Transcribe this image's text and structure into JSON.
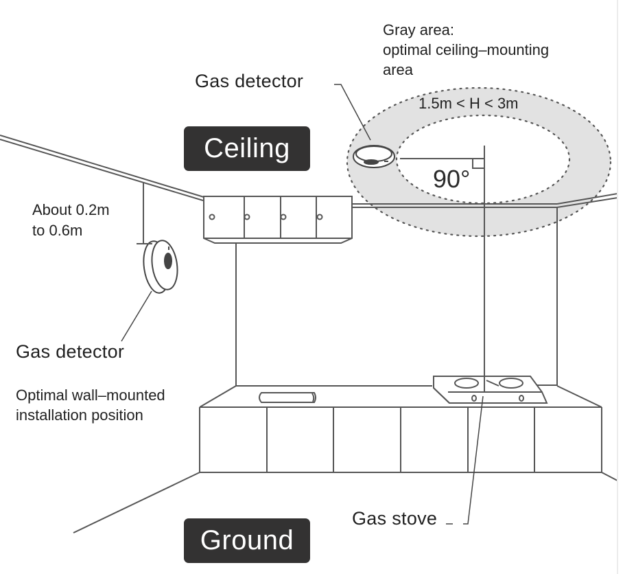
{
  "diagram": {
    "title_tags": {
      "ceiling": "Ceiling",
      "ground": "Ground"
    },
    "labels": {
      "gray_area_line1": "Gray area:",
      "gray_area_line2": "optimal ceiling–mounting",
      "gray_area_line3": "area",
      "height_range": "1.5m < H < 3m",
      "angle": "90°",
      "ceiling_detector": "Gas detector",
      "wall_distance_line1": "About 0.2m",
      "wall_distance_line2": "to 0.6m",
      "wall_detector": "Gas detector",
      "wall_position_line1": "Optimal wall–mounted",
      "wall_position_line2": "installation position",
      "gas_stove": "Gas stove"
    },
    "colors": {
      "line": "#555555",
      "gray_area": "#e2e2e2",
      "tag_bg": "#333232",
      "tag_text": "#ffffff",
      "text": "#1f1f1f"
    }
  }
}
